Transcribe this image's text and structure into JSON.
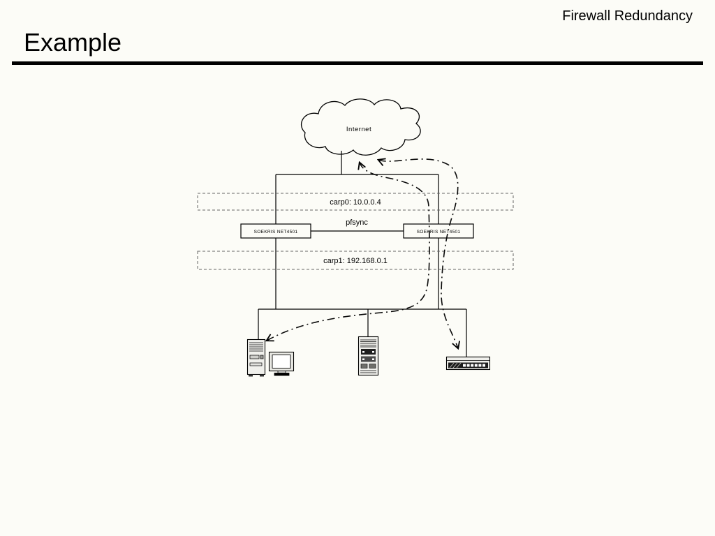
{
  "slide": {
    "header": "Firewall Redundancy",
    "title": "Example"
  },
  "diagram": {
    "internet": "Internet",
    "carp0": "carp0: 10.0.0.4",
    "pfsync": "pfsync",
    "firewall_left": "SOEKRIS NET4501",
    "firewall_right": "SOEKRIS NET4501",
    "carp1": "carp1: 192.168.0.1"
  },
  "icons": {
    "workstation": "workstation-icon",
    "server": "server-icon",
    "switch": "switch-icon",
    "cloud": "internet-cloud-icon"
  },
  "colors": {
    "background": "#fcfcf7",
    "ink": "#000000",
    "dashed_zone_border": "#666666"
  }
}
